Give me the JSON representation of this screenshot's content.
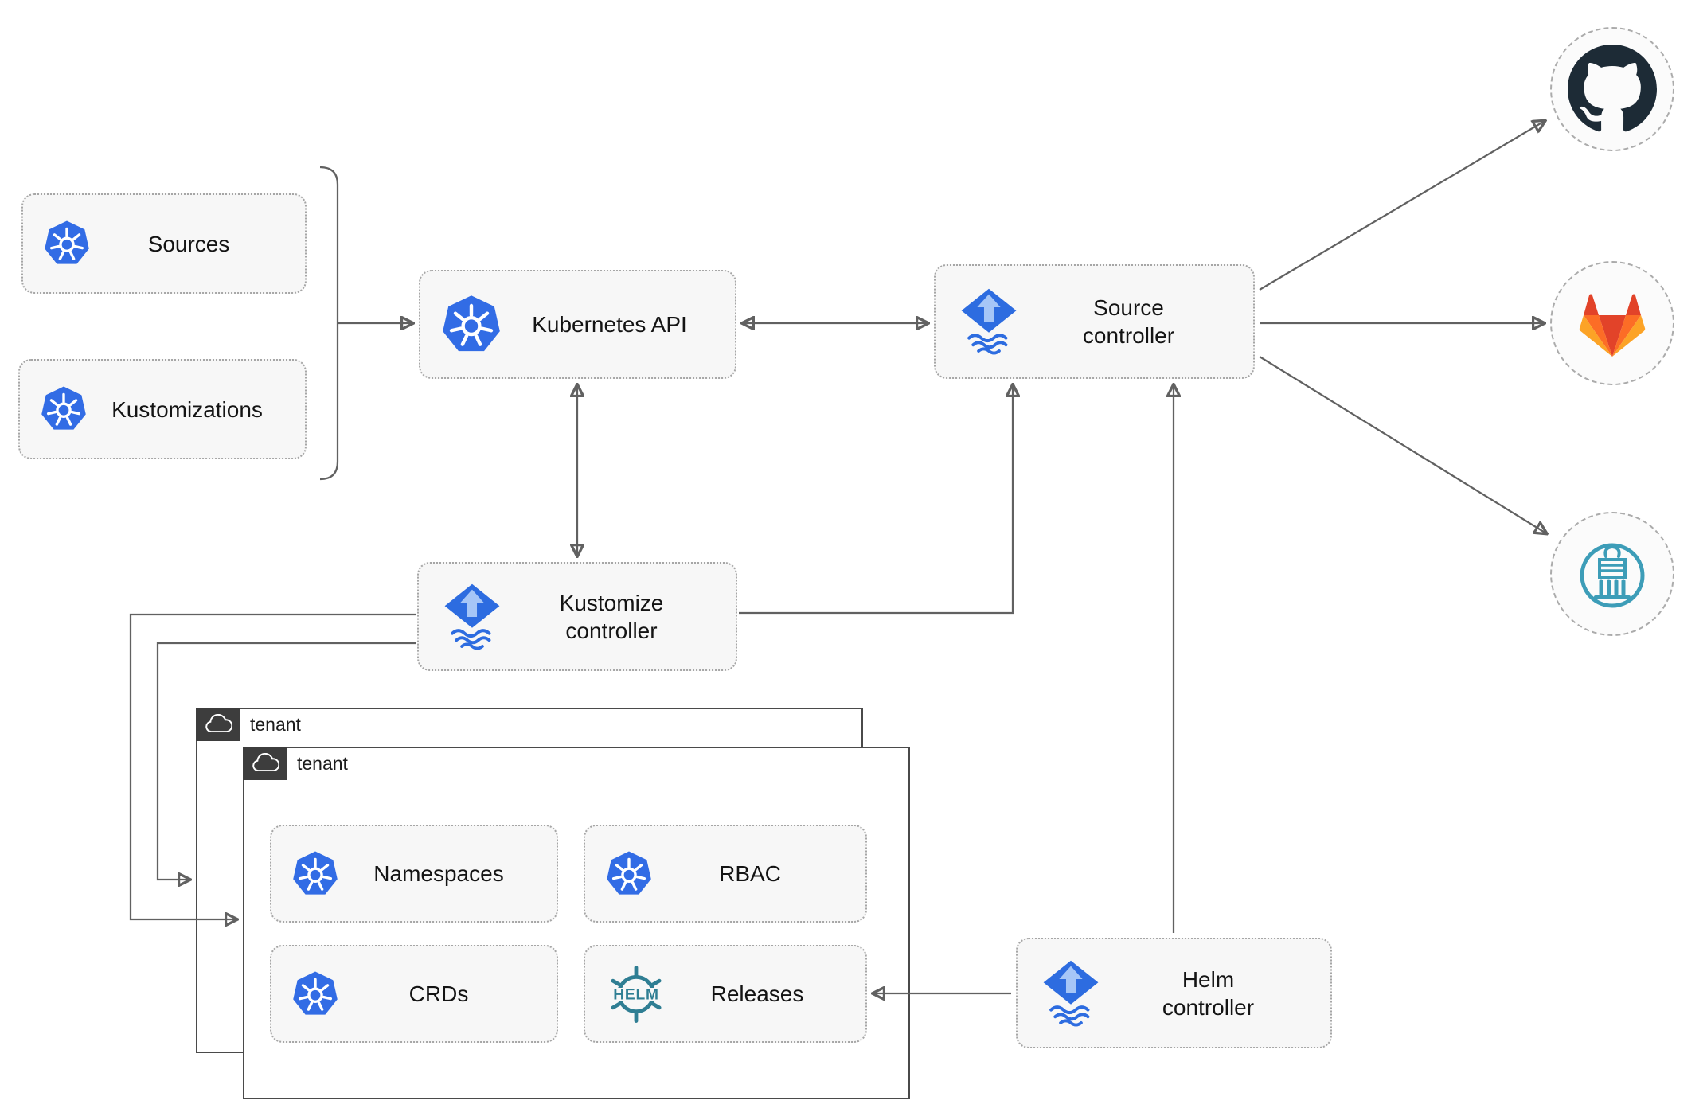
{
  "nodes": {
    "sources": {
      "label": "Sources"
    },
    "kustomizations": {
      "label": "Kustomizations"
    },
    "kubernetes_api": {
      "label": "Kubernetes API"
    },
    "source_controller": {
      "label": "Source controller"
    },
    "kustomize_controller": {
      "label": "Kustomize controller"
    },
    "helm_controller": {
      "label": "Helm controller"
    },
    "namespaces": {
      "label": "Namespaces"
    },
    "rbac": {
      "label": "RBAC"
    },
    "crds": {
      "label": "CRDs"
    },
    "releases": {
      "label": "Releases"
    }
  },
  "tenants": {
    "back": {
      "label": "tenant"
    },
    "front": {
      "label": "tenant"
    }
  },
  "icons": {
    "helm_wordmark": "HELM",
    "kubernetes": "kubernetes-logo",
    "flux": "flux-logo",
    "helm": "helm-wheel-logo",
    "github": "github-logo",
    "gitlab": "gitlab-logo",
    "registry": "harbor-registry-logo",
    "cloud": "cloud"
  },
  "edges": [
    {
      "from": "sources-group",
      "to": "kubernetes-api",
      "arrows": "end"
    },
    {
      "from": "kubernetes-api",
      "to": "source-controller",
      "arrows": "both"
    },
    {
      "from": "kubernetes-api",
      "to": "kustomize-controller",
      "arrows": "both"
    },
    {
      "from": "kustomize-controller",
      "to": "source-controller",
      "arrows": "end"
    },
    {
      "from": "helm-controller",
      "to": "source-controller",
      "arrows": "end"
    },
    {
      "from": "source-controller",
      "to": "github",
      "arrows": "end"
    },
    {
      "from": "source-controller",
      "to": "gitlab",
      "arrows": "end"
    },
    {
      "from": "source-controller",
      "to": "harbor-registry",
      "arrows": "end"
    },
    {
      "from": "helm-controller",
      "to": "releases",
      "arrows": "end"
    },
    {
      "from": "kustomize-controller",
      "to": "tenant-front",
      "arrows": "end"
    },
    {
      "from": "kustomize-controller",
      "to": "tenant-back",
      "arrows": "end"
    }
  ],
  "colors": {
    "kubernetes_blue": "#326ce5",
    "flux_blue": "#2d6ce0",
    "flux_arrow_light": "#a6c6f7",
    "helm_teal": "#2f7e93",
    "github_dark": "#1d2b36",
    "gitlab_red": "#e24329",
    "gitlab_orange": "#fc6d26",
    "gitlab_amber": "#fca326",
    "harbor_teal": "#3d9db8",
    "edge_gray": "#616161",
    "node_background": "#f7f7f7",
    "tenant_chip_dark": "#3d3d3d"
  }
}
